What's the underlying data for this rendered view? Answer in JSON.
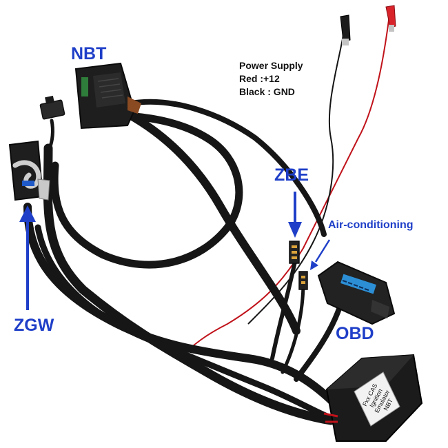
{
  "labels": {
    "nbt": "NBT",
    "zgw": "ZGW",
    "zbe": "ZBE",
    "obd": "OBD",
    "air_conditioning": "Air-conditioning",
    "power_supply": {
      "title": "Power Supply",
      "red": "Red :+12",
      "black": "Black : GND"
    }
  },
  "emulator_box": {
    "lines": [
      "Fxx CAS",
      "Ignition",
      "Emulator",
      "NBT"
    ]
  },
  "colors": {
    "label_blue": "#1f3fc8",
    "arrow_blue": "#1f3fc8",
    "cable_black": "#161616",
    "wire_red": "#c0121a",
    "connector_dark": "#1e1e1e",
    "clip_red": "#d9232a",
    "pcb_green": "#2f7d3a"
  }
}
